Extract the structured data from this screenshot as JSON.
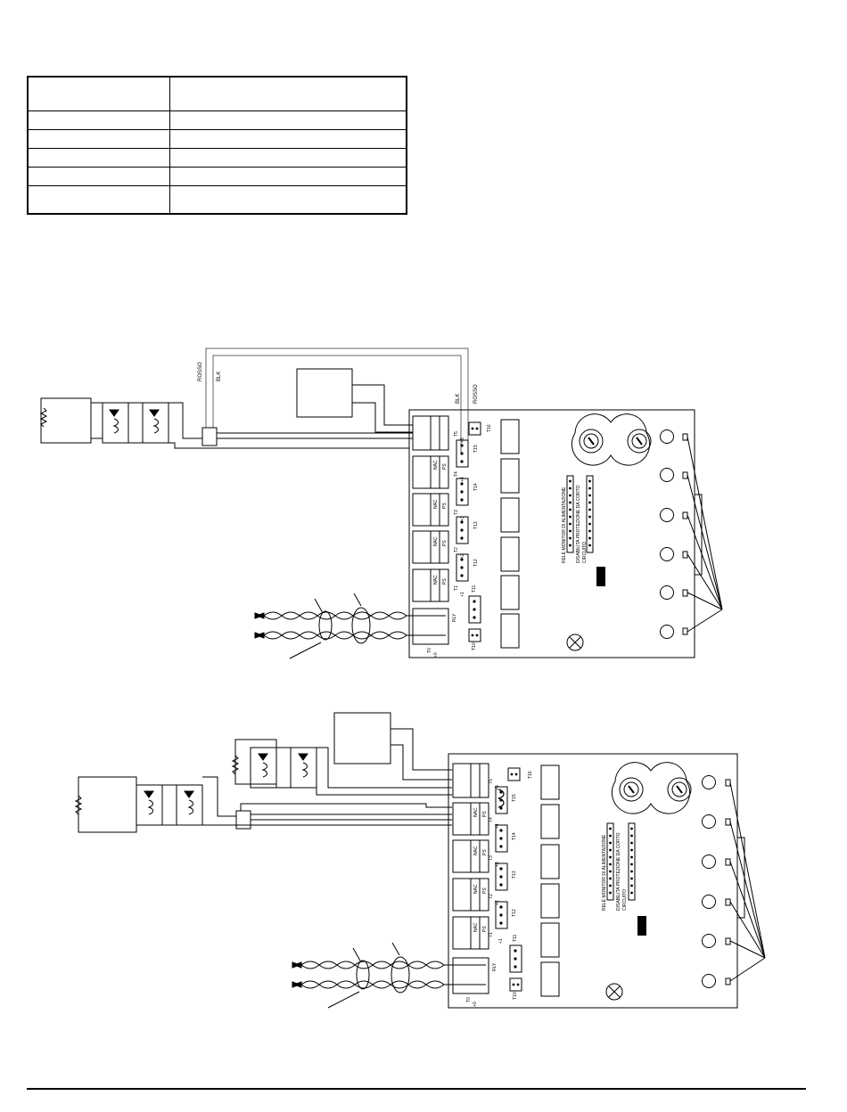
{
  "table": {
    "rows": 6,
    "header": [
      "",
      ""
    ],
    "body": [
      [
        "",
        ""
      ],
      [
        "",
        ""
      ],
      [
        "",
        ""
      ],
      [
        "",
        ""
      ],
      [
        "",
        ""
      ]
    ]
  },
  "diagram1": {
    "wire_red_left": "ROSSO",
    "wire_black_left": "BLK",
    "wire_black_right": "BLK",
    "wire_red_right": "ROSSO",
    "board_labels": {
      "t16": "T16",
      "t15": "T15",
      "t14": "T14",
      "t13": "T13",
      "t12": "T12",
      "t11": "T11",
      "t10": "T10",
      "t5": "T5",
      "t4": "T4",
      "t3": "T3",
      "t2": "T2",
      "t1": "T1",
      "t0": "T0",
      "plus5": "+5",
      "plus4": "+4",
      "plus3": "+3",
      "plus2": "+2",
      "plus1": "+1",
      "plus0": "+0",
      "nac": "NAC",
      "ps": "PS",
      "rly": "RLY",
      "jumper_text_1": "RELÈ MONITOR DI ALIMENTAZIONE",
      "jumper_text_2": "DISABILITA PROTEZIONE DA CORTO",
      "jumper_text_3": "CIRCUITO"
    }
  },
  "diagram2": {
    "board_labels": {
      "t16": "T16",
      "t15": "T15",
      "t14": "T14",
      "t13": "T13",
      "t12": "T12",
      "t11": "T11",
      "t10": "T10",
      "t5": "T5",
      "t4": "T4",
      "t3": "T3",
      "t2": "T2",
      "t1": "T1",
      "t0": "T0",
      "plus5": "+5",
      "plus4": "+4",
      "plus3": "+3",
      "plus2": "+2",
      "plus1": "+1",
      "plus0": "+0",
      "nac": "NAC",
      "ps": "PS",
      "rly": "RLY",
      "jumper_text_1": "RELÈ MONITOR DI ALIMENTAZIONE",
      "jumper_text_2": "DISABILITA PROTEZIONE DA CORTO",
      "jumper_text_3": "CIRCUITO"
    }
  }
}
